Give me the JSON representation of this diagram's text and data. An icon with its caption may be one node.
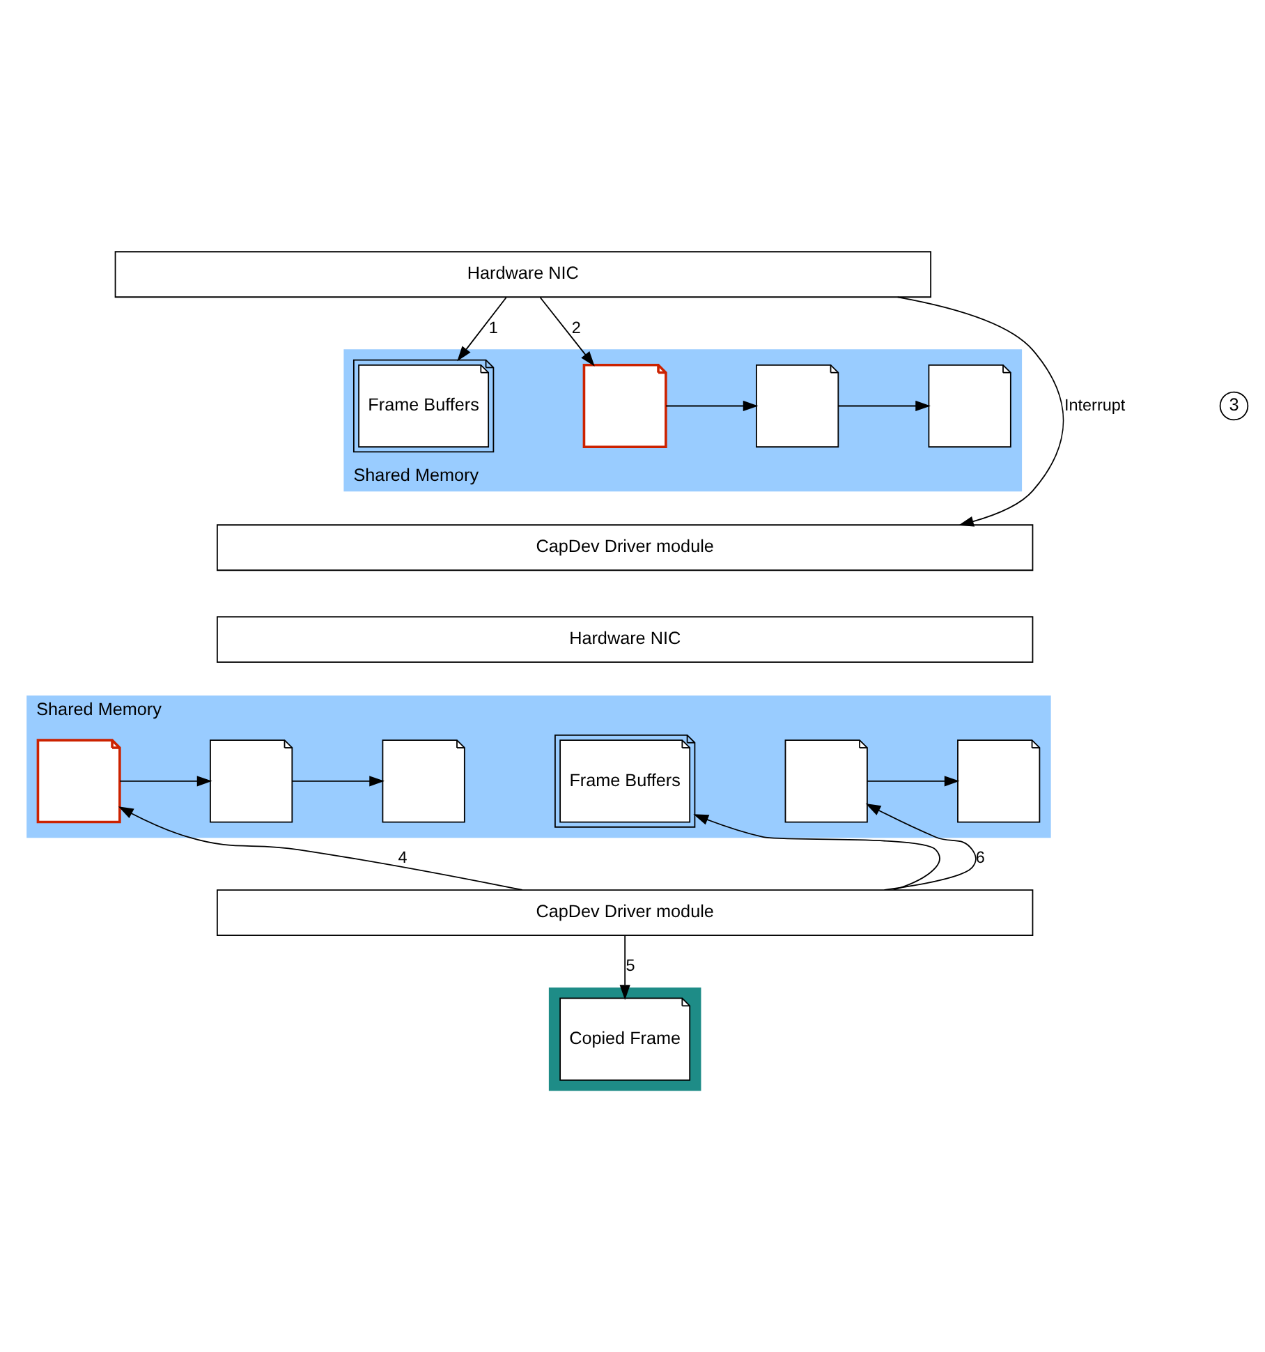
{
  "diagram": {
    "nodes": [
      {
        "text": [
          "Hardware NIC"
        ]
      },
      {
        "text": [
          "Shared Memory"
        ]
      },
      {
        "text": [
          "Frame Buffers"
        ],
        "in": 1
      },
      {
        "text": [],
        "shape": "box",
        "in": 1
      },
      {
        "text": [],
        "shape": "box",
        "in": 1
      },
      {
        "text": [],
        "shape": "box",
        "in": 1
      },
      {
        "text": [
          "CapDev Driver module"
        ]
      },
      {
        "text": [
          "Hardware NIC"
        ]
      },
      {
        "text": [
          "Shared Memory"
        ]
      },
      {
        "text": [],
        "shape": "box",
        "in": 8
      },
      {
        "text": [],
        "shape": "box",
        "in": 8
      },
      {
        "text": [],
        "shape": "box",
        "in": 8
      },
      {
        "text": [
          "Frame Buffers"
        ],
        "in": 8
      },
      {
        "text": [],
        "shape": "box",
        "in": 8
      },
      {
        "text": [],
        "shape": "box",
        "in": 8
      },
      {
        "text": [
          "CapDev Driver module"
        ]
      },
      {
        "text": [],
        "shape": "box"
      },
      {
        "text": [
          "Copied Frame"
        ],
        "in": 16
      }
    ],
    "edges": [
      {
        "from": 0,
        "to": 2,
        "arrow": "to",
        "label": "1"
      },
      {
        "from": 0,
        "to": 3,
        "arrow": "to",
        "label": "2"
      },
      {
        "from": 3,
        "to": 4,
        "arrow": "to"
      },
      {
        "from": 4,
        "to": 5,
        "arrow": "to"
      },
      {
        "from": 0,
        "to": 6,
        "arrow": "to",
        "label": "Interrupt"
      },
      {
        "from": 9,
        "to": 10,
        "arrow": "to"
      },
      {
        "from": 10,
        "to": 11,
        "arrow": "to"
      },
      {
        "from": 13,
        "to": 14,
        "arrow": "to"
      },
      {
        "from": 15,
        "to": 9,
        "arrow": "to",
        "label": "4"
      },
      {
        "from": 15,
        "to": 12,
        "arrow": "to"
      },
      {
        "from": 15,
        "to": 13,
        "arrow": "to",
        "label": "6"
      },
      {
        "from": 15,
        "to": 17,
        "arrow": "to",
        "label": "5"
      }
    ],
    "labels": [
      "3"
    ]
  }
}
